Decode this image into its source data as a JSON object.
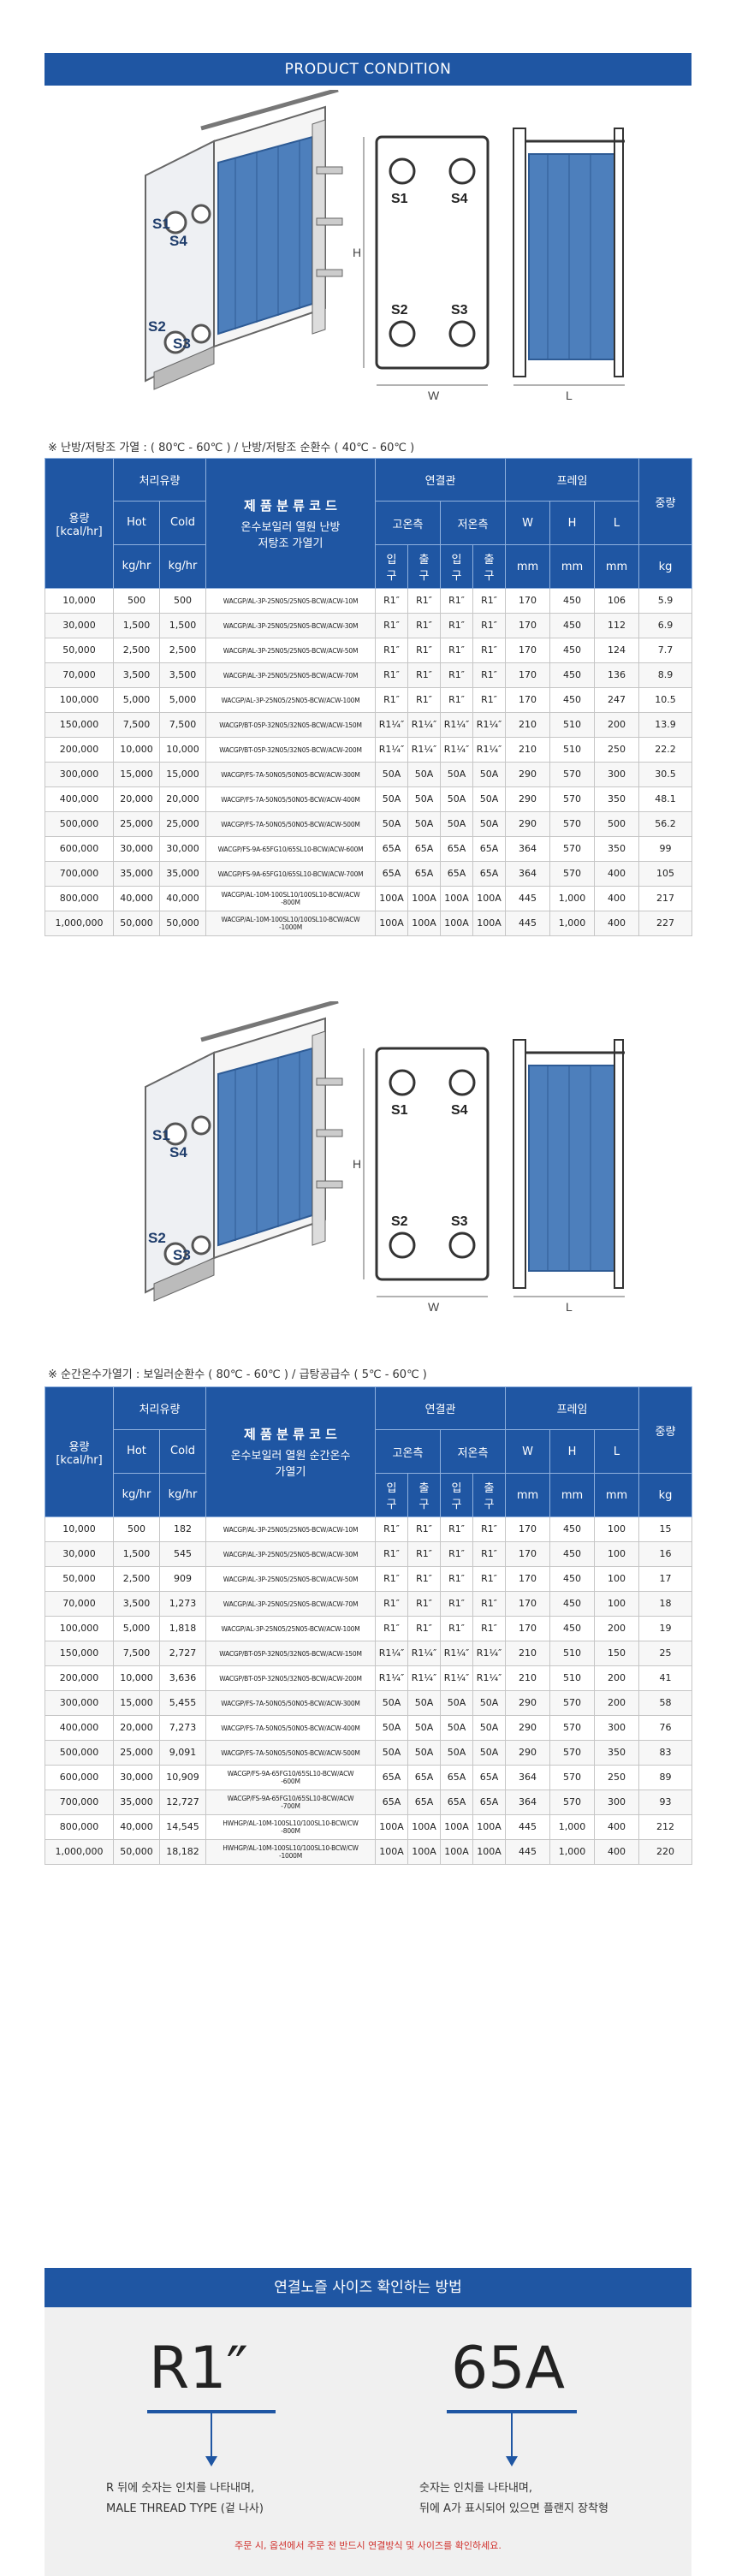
{
  "banner_title": "PRODUCT CONDITION",
  "diagram_labels": {
    "s1": "S1",
    "s2": "S2",
    "s3": "S3",
    "s4": "S4",
    "h": "H",
    "w": "W",
    "l": "L"
  },
  "table1": {
    "condition": "※ 난방/저탕조 가열 : ( 80℃ - 60℃ ) / 난방/저탕조 순환수 ( 40℃ - 60℃ )",
    "head": {
      "capacity": "용량\n[kcal/hr]",
      "flow": "처리유량",
      "hot": "Hot",
      "cold": "Cold",
      "kghr": "kg/hr",
      "code_title": "제 품 분 류 코 드",
      "code_sub": "온수보일러 열원 난방\n저탕조 가열기",
      "conn": "연결관",
      "high": "고온측",
      "low": "저온측",
      "in": "입구",
      "out": "출구",
      "frame": "프레임",
      "W": "W",
      "H": "H",
      "L": "L",
      "mm": "mm",
      "weight": "중량",
      "kg": "kg"
    },
    "rows": [
      [
        "10,000",
        "500",
        "500",
        "WACGP/AL-3P-25N05/25N05-BCW/ACW-10M",
        "R1″",
        "R1″",
        "R1″",
        "R1″",
        "170",
        "450",
        "106",
        "5.9"
      ],
      [
        "30,000",
        "1,500",
        "1,500",
        "WACGP/AL-3P-25N05/25N05-BCW/ACW-30M",
        "R1″",
        "R1″",
        "R1″",
        "R1″",
        "170",
        "450",
        "112",
        "6.9"
      ],
      [
        "50,000",
        "2,500",
        "2,500",
        "WACGP/AL-3P-25N05/25N05-BCW/ACW-50M",
        "R1″",
        "R1″",
        "R1″",
        "R1″",
        "170",
        "450",
        "124",
        "7.7"
      ],
      [
        "70,000",
        "3,500",
        "3,500",
        "WACGP/AL-3P-25N05/25N05-BCW/ACW-70M",
        "R1″",
        "R1″",
        "R1″",
        "R1″",
        "170",
        "450",
        "136",
        "8.9"
      ],
      [
        "100,000",
        "5,000",
        "5,000",
        "WACGP/AL-3P-25N05/25N05-BCW/ACW-100M",
        "R1″",
        "R1″",
        "R1″",
        "R1″",
        "170",
        "450",
        "247",
        "10.5"
      ],
      [
        "150,000",
        "7,500",
        "7,500",
        "WACGP/BT-05P-32N05/32N05-BCW/ACW-150M",
        "R1¼″",
        "R1¼″",
        "R1¼″",
        "R1¼″",
        "210",
        "510",
        "200",
        "13.9"
      ],
      [
        "200,000",
        "10,000",
        "10,000",
        "WACGP/BT-05P-32N05/32N05-BCW/ACW-200M",
        "R1¼″",
        "R1¼″",
        "R1¼″",
        "R1¼″",
        "210",
        "510",
        "250",
        "22.2"
      ],
      [
        "300,000",
        "15,000",
        "15,000",
        "WACGP/FS-7A-50N05/50N05-BCW/ACW-300M",
        "50A",
        "50A",
        "50A",
        "50A",
        "290",
        "570",
        "300",
        "30.5"
      ],
      [
        "400,000",
        "20,000",
        "20,000",
        "WACGP/FS-7A-50N05/50N05-BCW/ACW-400M",
        "50A",
        "50A",
        "50A",
        "50A",
        "290",
        "570",
        "350",
        "48.1"
      ],
      [
        "500,000",
        "25,000",
        "25,000",
        "WACGP/FS-7A-50N05/50N05-BCW/ACW-500M",
        "50A",
        "50A",
        "50A",
        "50A",
        "290",
        "570",
        "500",
        "56.2"
      ],
      [
        "600,000",
        "30,000",
        "30,000",
        "WACGP/FS-9A-65FG10/65SL10-BCW/ACW-600M",
        "65A",
        "65A",
        "65A",
        "65A",
        "364",
        "570",
        "350",
        "99"
      ],
      [
        "700,000",
        "35,000",
        "35,000",
        "WACGP/FS-9A-65FG10/65SL10-BCW/ACW-700M",
        "65A",
        "65A",
        "65A",
        "65A",
        "364",
        "570",
        "400",
        "105"
      ],
      [
        "800,000",
        "40,000",
        "40,000",
        "WACGP/AL-10M-100SL10/100SL10-BCW/ACW\n-800M",
        "100A",
        "100A",
        "100A",
        "100A",
        "445",
        "1,000",
        "400",
        "217"
      ],
      [
        "1,000,000",
        "50,000",
        "50,000",
        "WACGP/AL-10M-100SL10/100SL10-BCW/ACW\n-1000M",
        "100A",
        "100A",
        "100A",
        "100A",
        "445",
        "1,000",
        "400",
        "227"
      ]
    ]
  },
  "table2": {
    "condition": "※ 순간온수가열기 : 보일러순환수 ( 80℃ - 60℃ ) / 급탕공급수 ( 5℃ - 60℃ )",
    "head": {
      "capacity": "용량\n[kcal/hr]",
      "flow": "처리유량",
      "hot": "Hot",
      "cold": "Cold",
      "kghr": "kg/hr",
      "code_title": "제 품 분 류 코 드",
      "code_sub": "온수보일러 열원 순간온수\n가열기",
      "conn": "연결관",
      "high": "고온측",
      "low": "저온측",
      "in": "입구",
      "out": "출구",
      "frame": "프레임",
      "W": "W",
      "H": "H",
      "L": "L",
      "mm": "mm",
      "weight": "중량",
      "kg": "kg"
    },
    "rows": [
      [
        "10,000",
        "500",
        "182",
        "WACGP/AL-3P-25N05/25N05-BCW/ACW-10M",
        "R1″",
        "R1″",
        "R1″",
        "R1″",
        "170",
        "450",
        "100",
        "15"
      ],
      [
        "30,000",
        "1,500",
        "545",
        "WACGP/AL-3P-25N05/25N05-BCW/ACW-30M",
        "R1″",
        "R1″",
        "R1″",
        "R1″",
        "170",
        "450",
        "100",
        "16"
      ],
      [
        "50,000",
        "2,500",
        "909",
        "WACGP/AL-3P-25N05/25N05-BCW/ACW-50M",
        "R1″",
        "R1″",
        "R1″",
        "R1″",
        "170",
        "450",
        "100",
        "17"
      ],
      [
        "70,000",
        "3,500",
        "1,273",
        "WACGP/AL-3P-25N05/25N05-BCW/ACW-70M",
        "R1″",
        "R1″",
        "R1″",
        "R1″",
        "170",
        "450",
        "100",
        "18"
      ],
      [
        "100,000",
        "5,000",
        "1,818",
        "WACGP/AL-3P-25N05/25N05-BCW/ACW-100M",
        "R1″",
        "R1″",
        "R1″",
        "R1″",
        "170",
        "450",
        "200",
        "19"
      ],
      [
        "150,000",
        "7,500",
        "2,727",
        "WACGP/BT-05P-32N05/32N05-BCW/ACW-150M",
        "R1¼″",
        "R1¼″",
        "R1¼″",
        "R1¼″",
        "210",
        "510",
        "150",
        "25"
      ],
      [
        "200,000",
        "10,000",
        "3,636",
        "WACGP/BT-05P-32N05/32N05-BCW/ACW-200M",
        "R1¼″",
        "R1¼″",
        "R1¼″",
        "R1¼″",
        "210",
        "510",
        "200",
        "41"
      ],
      [
        "300,000",
        "15,000",
        "5,455",
        "WACGP/FS-7A-50N05/50N05-BCW/ACW-300M",
        "50A",
        "50A",
        "50A",
        "50A",
        "290",
        "570",
        "200",
        "58"
      ],
      [
        "400,000",
        "20,000",
        "7,273",
        "WACGP/FS-7A-50N05/50N05-BCW/ACW-400M",
        "50A",
        "50A",
        "50A",
        "50A",
        "290",
        "570",
        "300",
        "76"
      ],
      [
        "500,000",
        "25,000",
        "9,091",
        "WACGP/FS-7A-50N05/50N05-BCW/ACW-500M",
        "50A",
        "50A",
        "50A",
        "50A",
        "290",
        "570",
        "350",
        "83"
      ],
      [
        "600,000",
        "30,000",
        "10,909",
        "WACGP/FS-9A-65FG10/65SL10-BCW/ACW\n-600M",
        "65A",
        "65A",
        "65A",
        "65A",
        "364",
        "570",
        "250",
        "89"
      ],
      [
        "700,000",
        "35,000",
        "12,727",
        "WACGP/FS-9A-65FG10/65SL10-BCW/ACW\n-700M",
        "65A",
        "65A",
        "65A",
        "65A",
        "364",
        "570",
        "300",
        "93"
      ],
      [
        "800,000",
        "40,000",
        "14,545",
        "HWHGP/AL-10M-100SL10/100SL10-BCW/CW\n-800M",
        "100A",
        "100A",
        "100A",
        "100A",
        "445",
        "1,000",
        "400",
        "212"
      ],
      [
        "1,000,000",
        "50,000",
        "18,182",
        "HWHGP/AL-10M-100SL10/100SL10-BCW/CW\n-1000M",
        "100A",
        "100A",
        "100A",
        "100A",
        "445",
        "1,000",
        "400",
        "220"
      ]
    ]
  },
  "connection": {
    "title": "연결노즐 사이즈 확인하는 방법",
    "left_big": "R1″",
    "right_big": "65A",
    "left_desc": "R 뒤에 숫자는 인치를 나타내며,\nMALE THREAD TYPE (겉 나사)",
    "right_desc": "숫자는 인치를 나타내며,\n뒤에 A가 표시되어 있으면 플랜지 장착형",
    "note": "주문 시, 옵션에서 주문 전 반드시 연결방식 및 사이즈를 확인하세요."
  },
  "colors": {
    "brand": "#1f56a3",
    "plate": "#4d7fbc",
    "note": "#d0312d"
  }
}
